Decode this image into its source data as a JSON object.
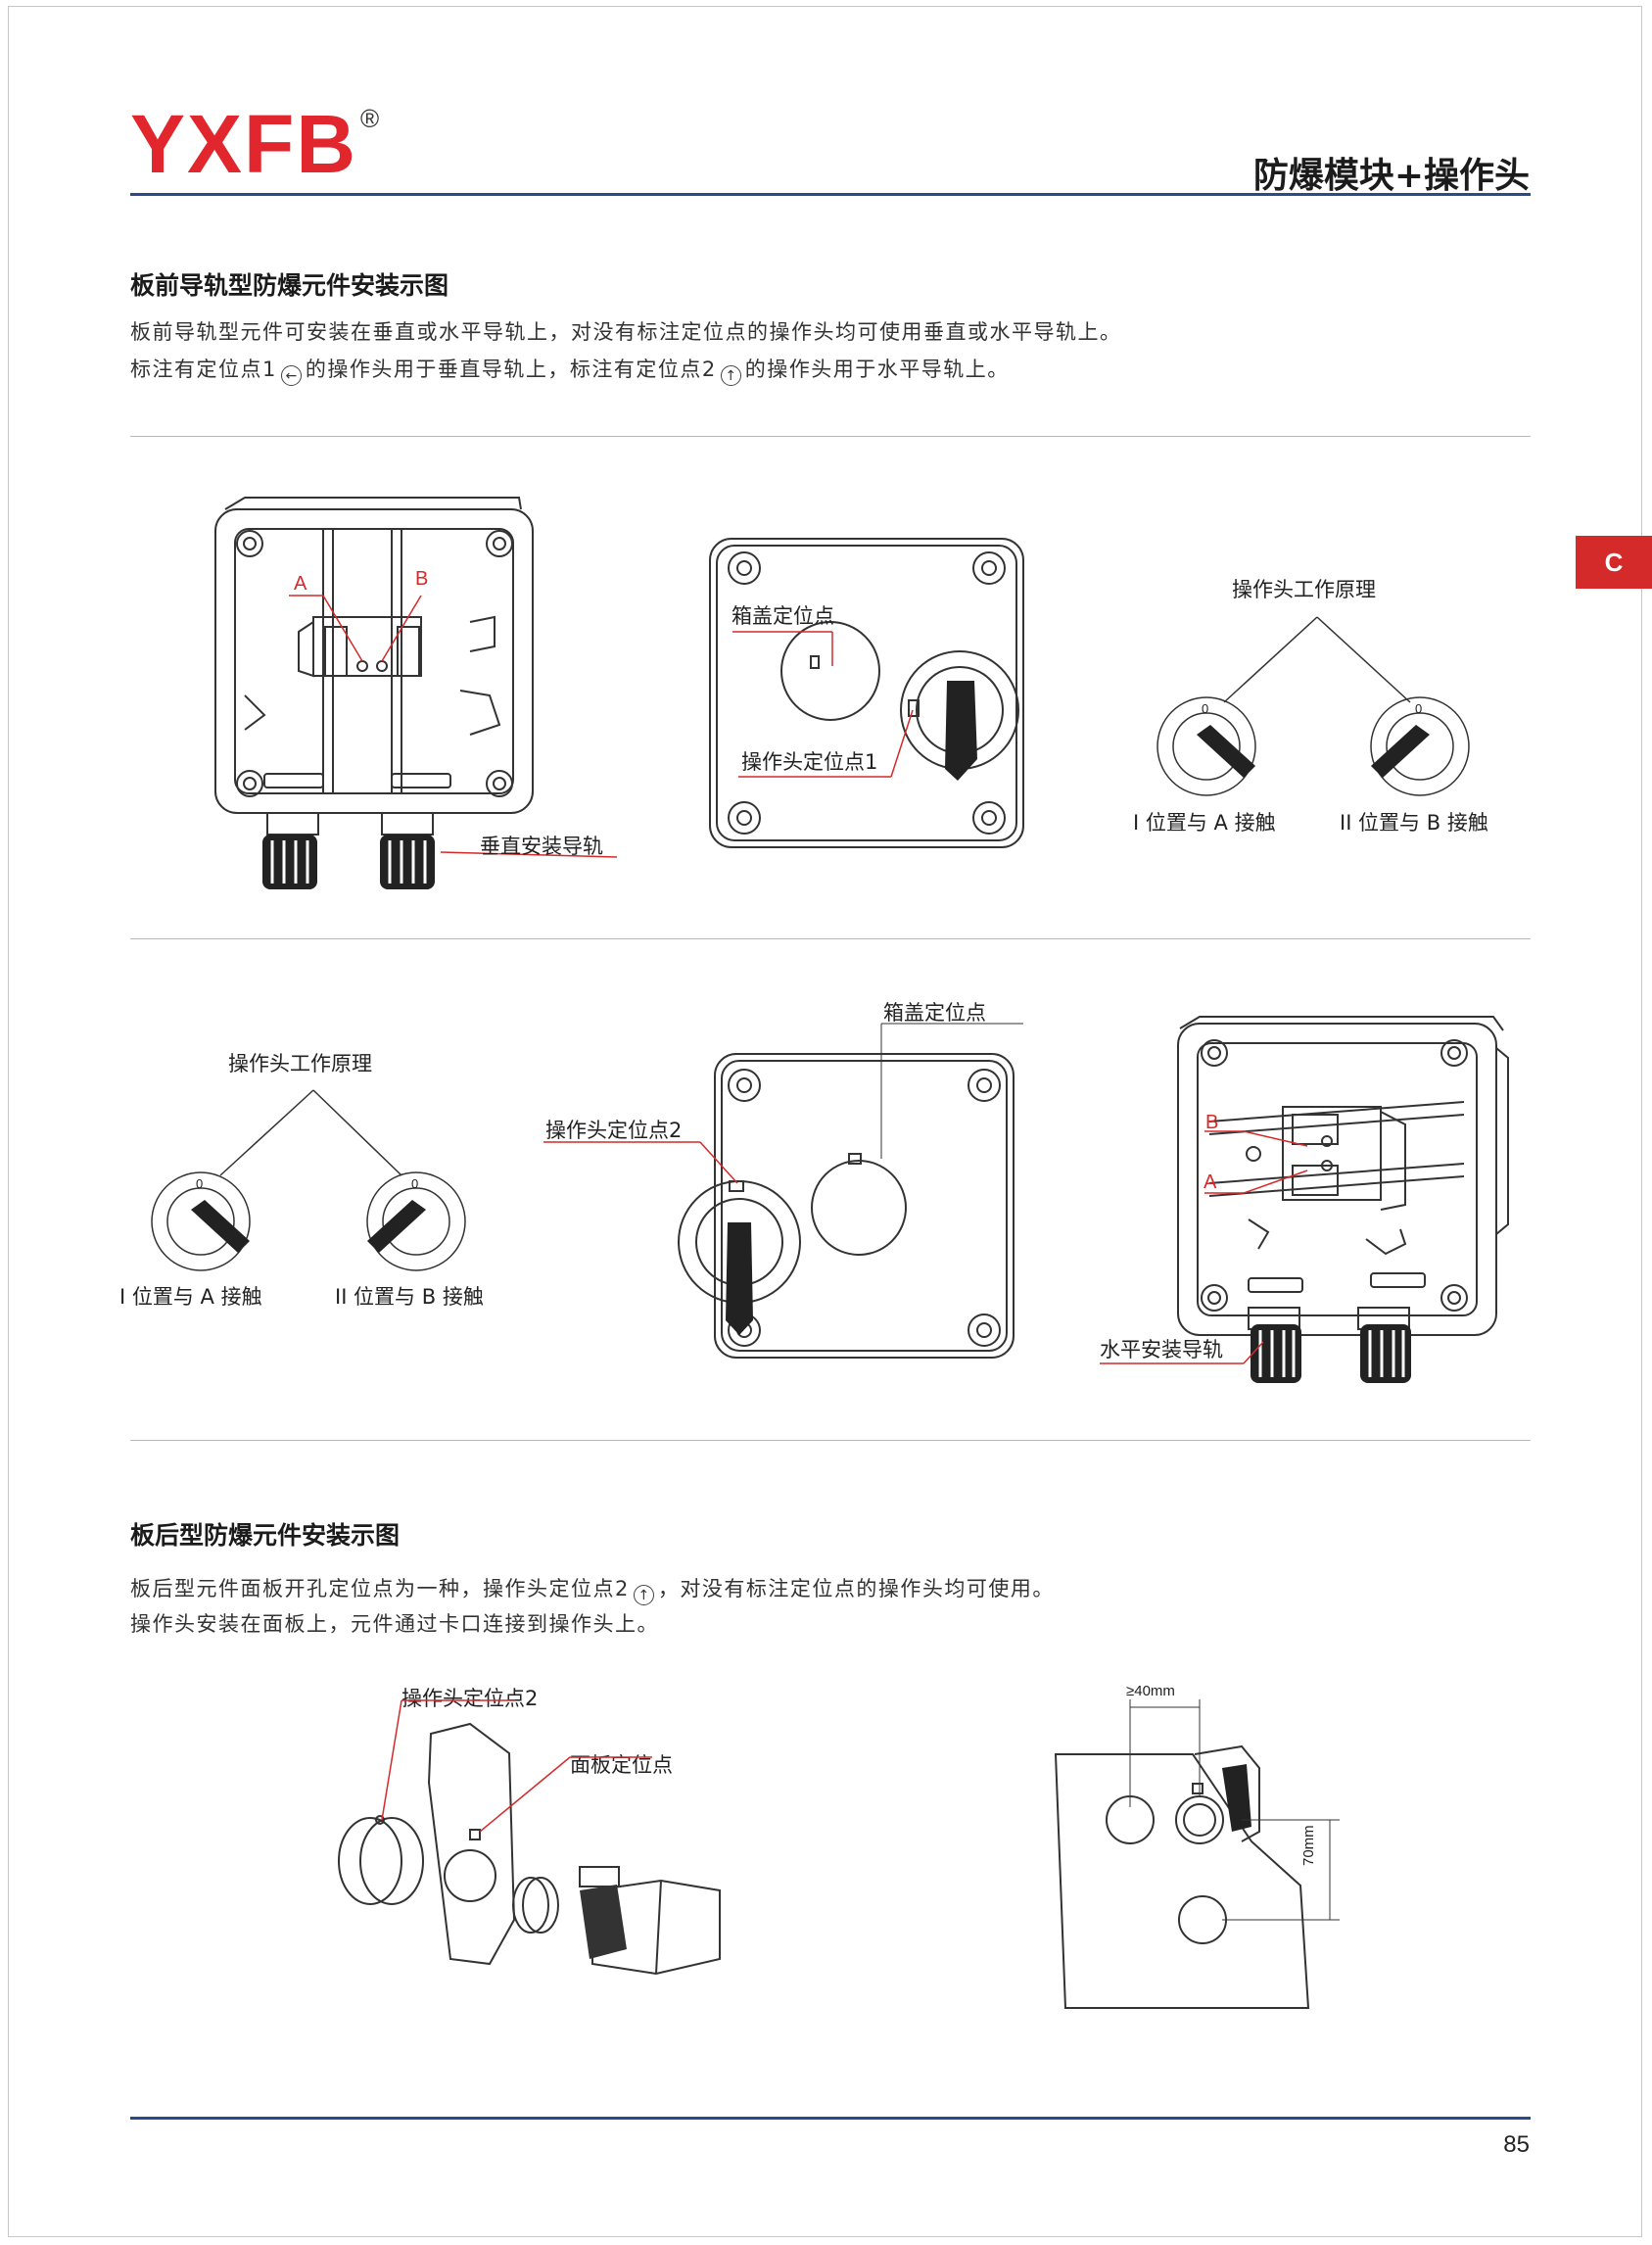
{
  "brand": {
    "logo": "YXFB",
    "registered": "®"
  },
  "header": {
    "title": "防爆模块+操作头"
  },
  "side_tab": {
    "label": "C"
  },
  "section1": {
    "title": "板前导轨型防爆元件安装示图",
    "line1": "板前导轨型元件可安装在垂直或水平导轨上，对没有标注定位点的操作头均可使用垂直或水平导轨上。",
    "line2_a": "标注有定位点1",
    "icon1": "←",
    "line2_b": "的操作头用于垂直导轨上，标注有定位点2",
    "icon2": "↑",
    "line2_c": "的操作头用于水平导轨上。"
  },
  "row1": {
    "box_vertical": {
      "label_a": "A",
      "label_b": "B",
      "rail_label": "垂直安装导轨"
    },
    "cover": {
      "cover_point": "箱盖定位点",
      "head_point": "操作头定位点1"
    },
    "principle": {
      "title": "操作头工作原理",
      "pos1": "I 位置与 A 接触",
      "pos2": "II 位置与 B 接触",
      "dial_zero": "0"
    }
  },
  "row2": {
    "principle": {
      "title": "操作头工作原理",
      "pos1": "I 位置与 A 接触",
      "pos2": "II 位置与 B 接触",
      "dial_zero": "0"
    },
    "cover": {
      "cover_point": "箱盖定位点",
      "head_point": "操作头定位点2"
    },
    "box_horizontal": {
      "label_a": "A",
      "label_b": "B",
      "rail_label": "水平安装导轨"
    }
  },
  "section2": {
    "title": "板后型防爆元件安装示图",
    "line1_a": "板后型元件面板开孔定位点为一种，操作头定位点2",
    "icon2": "↑",
    "line1_b": "，对没有标注定位点的操作头均可使用。",
    "line2": "操作头安装在面板上，元件通过卡口连接到操作头上。"
  },
  "row3": {
    "exploded": {
      "head_point": "操作头定位点2",
      "panel_point": "面板定位点"
    },
    "dimensions": {
      "width": "≥40mm",
      "height": "70mm"
    }
  },
  "footer": {
    "page_number": "85"
  },
  "colors": {
    "brand_red": "#e1272d",
    "rule_blue": "#2a4a8a",
    "tab_red": "#d42a2a"
  }
}
